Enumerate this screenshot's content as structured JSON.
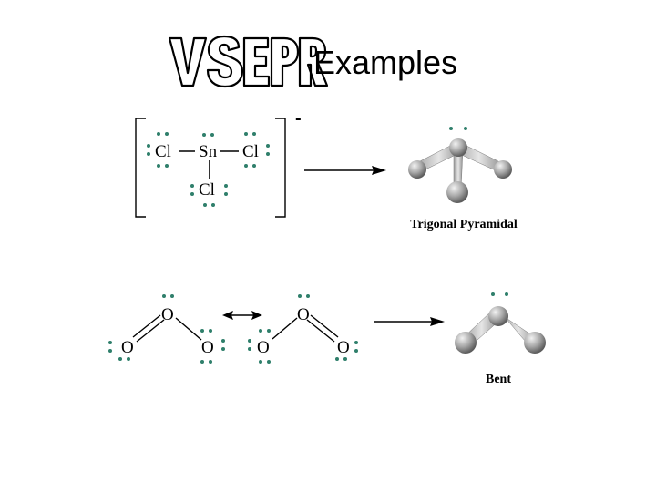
{
  "title": {
    "logo_text": "VSEPR",
    "text": "Examples"
  },
  "sncl3": {
    "center_atom": "Sn",
    "ligand_atom": "Cl",
    "charge": "-",
    "shape_label": "Trigonal Pyramidal"
  },
  "ozone": {
    "atom": "O",
    "shape_label": "Bent"
  },
  "colors": {
    "lone_pair_dot": "#2f7f6b",
    "line": "#000000",
    "sphere": "#9a9a9a"
  }
}
